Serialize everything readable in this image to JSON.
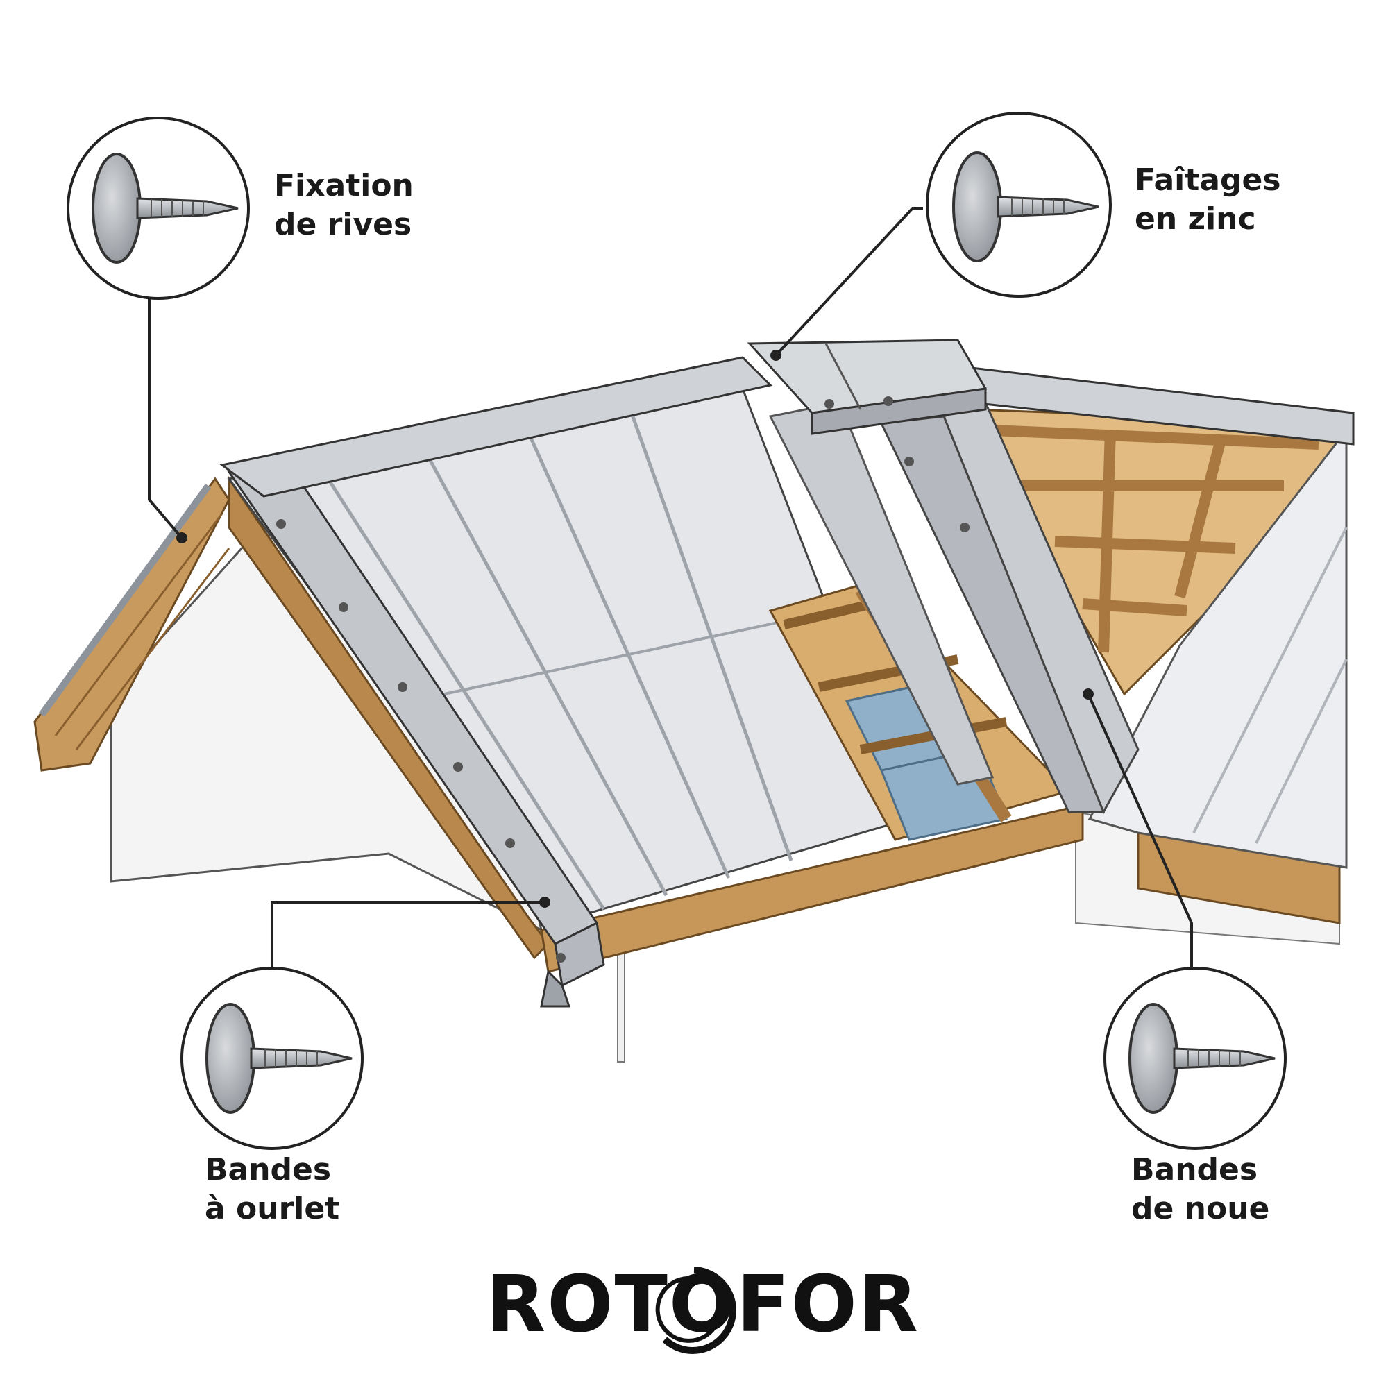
{
  "callouts": [
    {
      "id": "fixation-de-rives",
      "lines": [
        "Fixation",
        "de rives"
      ]
    },
    {
      "id": "faitages-en-zinc",
      "lines": [
        "Faîtages",
        "en zinc"
      ]
    },
    {
      "id": "bandes-a-ourlet",
      "lines": [
        "Bandes",
        "à ourlet"
      ]
    },
    {
      "id": "bandes-de-noue",
      "lines": [
        "Bandes",
        "de noue"
      ]
    }
  ],
  "logo": {
    "text": "ROTOFOR"
  },
  "colors": {
    "zinc": "#c9ccd1",
    "zinc_dark": "#9ea3aa",
    "panel": "#e4e6ea",
    "wood": "#c89a5e",
    "wood_dark": "#9c6f3b",
    "membrane": "#8fb0c8",
    "wall": "#f2f2f2",
    "line": "#222222"
  }
}
